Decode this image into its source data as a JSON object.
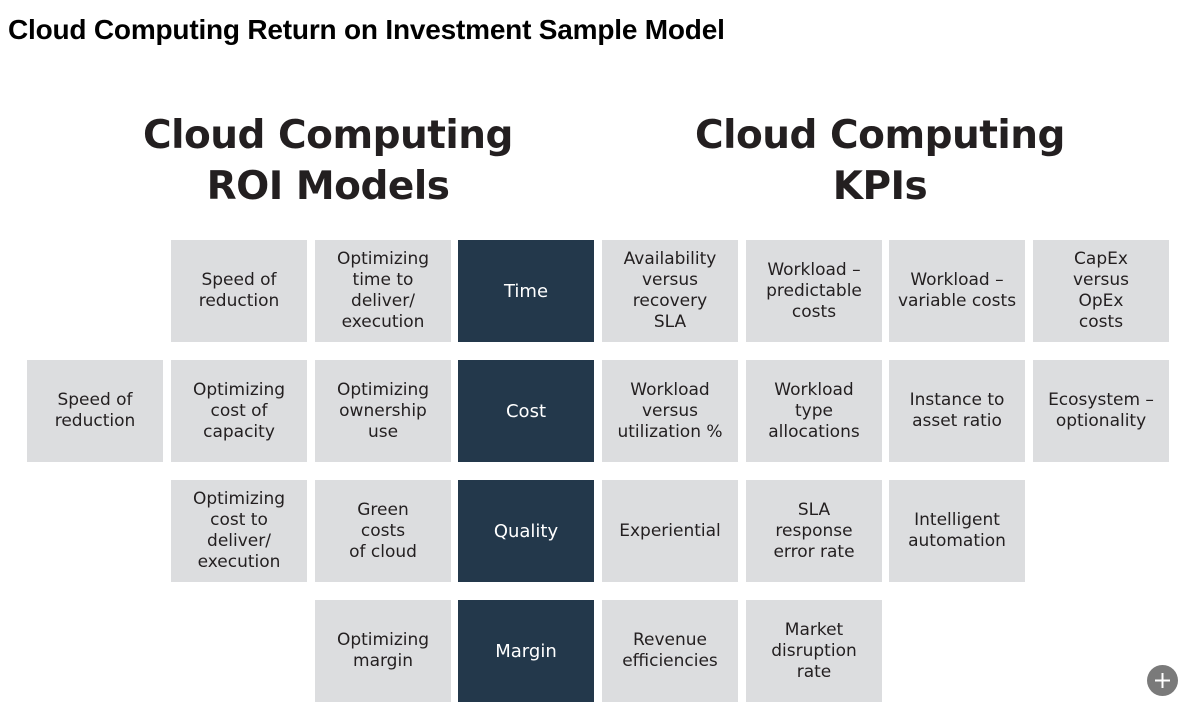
{
  "page_title": "Cloud Computing Return on Investment Sample Model",
  "roi_heading": "Cloud Computing\nROI Models",
  "kpi_heading": "Cloud Computing\nKPIs",
  "rows": [
    {
      "category": "Time",
      "roi_models": [
        "Speed of\nreduction",
        "Optimizing\ntime to\ndeliver/\nexecution"
      ],
      "kpis": [
        "Availability\nversus\nrecovery\nSLA",
        "Workload –\npredictable\ncosts",
        "Workload –\nvariable costs",
        "CapEx\nversus\nOpEx\ncosts"
      ]
    },
    {
      "category": "Cost",
      "roi_models": [
        "Speed of\nreduction",
        "Optimizing\ncost of\ncapacity",
        "Optimizing\nownership\nuse"
      ],
      "kpis": [
        "Workload\nversus\nutilization %",
        "Workload\ntype\nallocations",
        "Instance to\nasset ratio",
        "Ecosystem –\noptionality"
      ]
    },
    {
      "category": "Quality",
      "roi_models": [
        "Optimizing\ncost to\ndeliver/\nexecution",
        "Green\ncosts\nof cloud"
      ],
      "kpis": [
        "Experiential",
        "SLA\nresponse\nerror rate",
        "Intelligent\nautomation"
      ]
    },
    {
      "category": "Margin",
      "roi_models": [
        "Optimizing\nmargin"
      ],
      "kpis": [
        "Revenue\nefficiencies",
        "Market\ndisruption\nrate"
      ]
    }
  ],
  "add_button_icon": "plus-icon"
}
